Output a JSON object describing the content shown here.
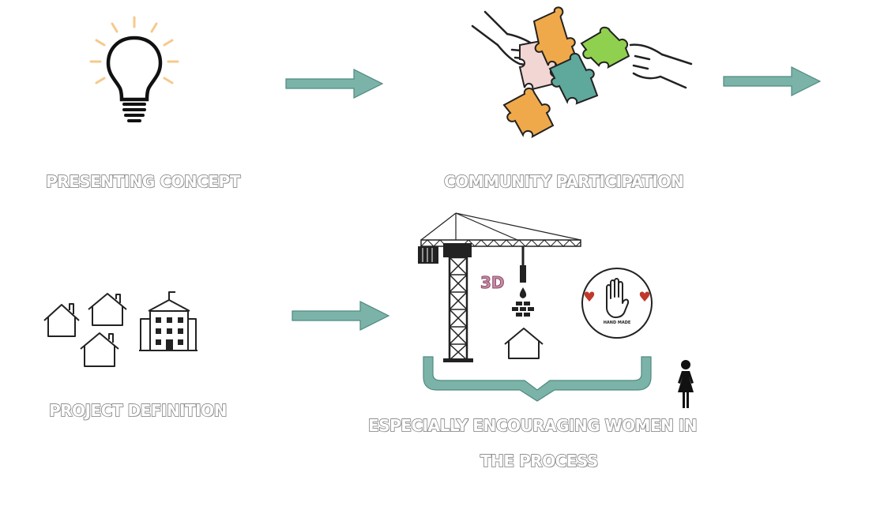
{
  "steps": {
    "concept": "PRESENTING CONCEPT",
    "community": "COMMUNITY PARTICIPATION",
    "definition": "PROJECT DEFINITION",
    "women_line1": "ESPECIALLY ENCOURAGING WOMEN IN",
    "women_line2": "THE PROCESS"
  },
  "icons": {
    "print_label": "3D",
    "handmade_label": "HAND MADE"
  },
  "colors": {
    "arrow": "#7bb3a9",
    "arrow_stroke": "#4f8a80",
    "puzzle_orange": "#f0a94a",
    "puzzle_teal": "#5ea89c",
    "puzzle_pink": "#f2d6d3",
    "puzzle_green": "#8fd14f",
    "bulb_rays": "#f6c98c",
    "heart": "#c0392b",
    "print_text": "#c98aa6"
  }
}
